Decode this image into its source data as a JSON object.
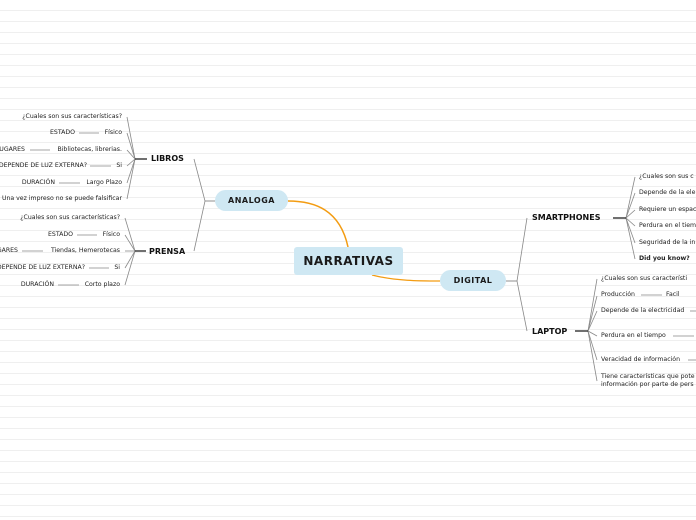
{
  "root": {
    "label": "NARRATIVAS"
  },
  "analoga": {
    "label": "ANALOGA",
    "libros": {
      "label": "LIBROS",
      "items": [
        {
          "label": "¿Cuales son sus características?"
        },
        {
          "label": "ESTADO",
          "value": "Físico"
        },
        {
          "label": "LUGARES",
          "value": "Bibliotecas, librerias."
        },
        {
          "label": "DEPENDE DE LUZ EXTERNA?",
          "value": "Si"
        },
        {
          "label": "DURACIÓN",
          "value": "Largo Plazo"
        },
        {
          "label": "Una vez impreso no se puede falsificar"
        }
      ]
    },
    "prensa": {
      "label": "PRENSA",
      "items": [
        {
          "label": "¿Cuales son sus características?"
        },
        {
          "label": "ESTADO",
          "value": "Físico"
        },
        {
          "label": "LUGARES",
          "value": "Tiendas, Hemerotecas"
        },
        {
          "label": "DEPENDE DE LUZ EXTERNA?",
          "value": "Si"
        },
        {
          "label": "DURACIÓN",
          "value": "Corto plazo"
        }
      ]
    }
  },
  "digital": {
    "label": "DIGITAL",
    "smartphones": {
      "label": "SMARTPHONES",
      "items": [
        {
          "label": "¿Cuales son sus c"
        },
        {
          "label": "Depende de la ele"
        },
        {
          "label": "Requiere un espac"
        },
        {
          "label": "Perdura en el tiem"
        },
        {
          "label": "Seguridad de la in"
        },
        {
          "label": "Did you know?"
        }
      ]
    },
    "laptop": {
      "label": "LAPTOP",
      "items": [
        {
          "label": "¿Cuales son sus característi"
        },
        {
          "label": "Producción",
          "value": "Facil"
        },
        {
          "label": "Depende de la electricidad"
        },
        {
          "label": "Perdura en el tiempo"
        },
        {
          "label": "Veracidad de información"
        },
        {
          "label": "Tiene características que pote",
          "label2": "información por parte de pers"
        }
      ]
    }
  },
  "colors": {
    "node_fill": "#cfe8f3",
    "connector_orange": "#f39c12",
    "line_gray": "#888888"
  }
}
